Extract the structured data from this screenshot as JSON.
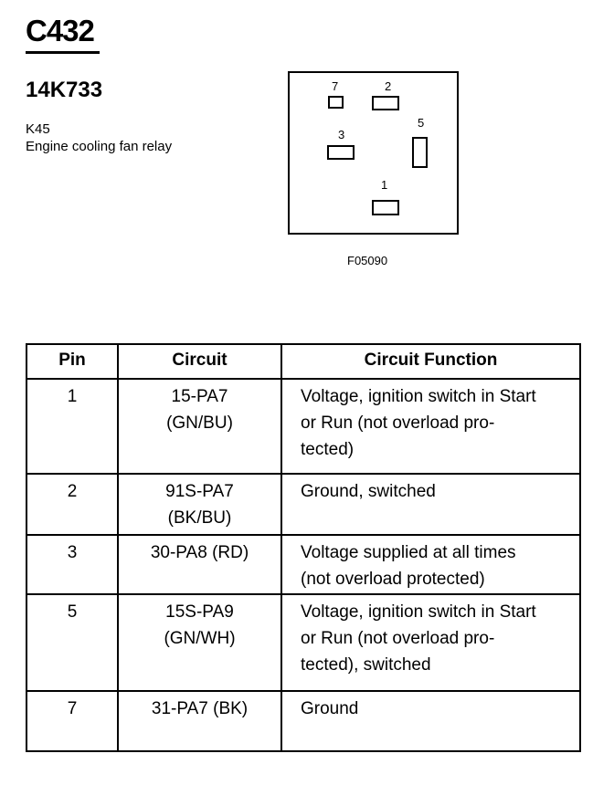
{
  "header": {
    "connector_id": "C432",
    "part_number": "14K733",
    "component_ref": "K45",
    "component_desc": "Engine cooling fan relay"
  },
  "diagram": {
    "figure_id": "F05090",
    "pins": [
      {
        "label": "7"
      },
      {
        "label": "2"
      },
      {
        "label": "3"
      },
      {
        "label": "5"
      },
      {
        "label": "1"
      }
    ]
  },
  "table": {
    "headers": [
      "Pin",
      "Circuit",
      "Circuit Function"
    ],
    "rows": [
      {
        "pin": "1",
        "circuit": [
          "15-PA7",
          "(GN/BU)"
        ],
        "function": [
          "Voltage, ignition switch in Start",
          "or Run (not overload pro-",
          "tected)"
        ]
      },
      {
        "pin": "2",
        "circuit": [
          "91S-PA7",
          "(BK/BU)"
        ],
        "function": [
          "Ground, switched"
        ]
      },
      {
        "pin": "3",
        "circuit": [
          "30-PA8 (RD)"
        ],
        "function": [
          "Voltage supplied at all times",
          "(not overload protected)"
        ]
      },
      {
        "pin": "5",
        "circuit": [
          "15S-PA9",
          "(GN/WH)"
        ],
        "function": [
          "Voltage, ignition switch in Start",
          "or Run (not overload pro-",
          "tected), switched"
        ]
      },
      {
        "pin": "7",
        "circuit": [
          "31-PA7 (BK)"
        ],
        "function": [
          "Ground"
        ]
      }
    ]
  }
}
